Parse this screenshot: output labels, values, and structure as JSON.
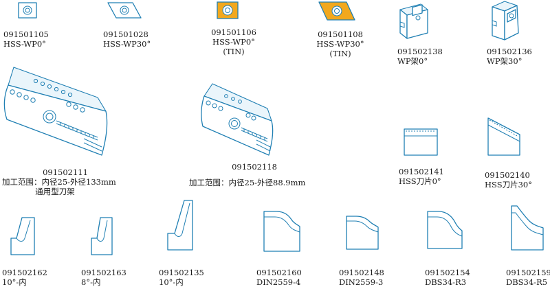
{
  "colors": {
    "line": "#1f7fb3",
    "fill": "#ffffff",
    "shade": "#eaf5fb",
    "tin_coating": "#f2a81d",
    "text": "#1a1a1a"
  },
  "parts": [
    {
      "code": "091501105",
      "desc": "HSS-WP0°",
      "icon": "square-insert-icon"
    },
    {
      "code": "091501028",
      "desc": "HSS-WP30°",
      "icon": "rhombic-insert-icon"
    },
    {
      "code": "091501106",
      "desc": "HSS-WP0°",
      "note": "(TIN)",
      "icon": "square-insert-tin-icon"
    },
    {
      "code": "091501108",
      "desc": "HSS-WP30°",
      "note": "(TIN)",
      "icon": "rhombic-insert-tin-icon"
    },
    {
      "code": "091502138",
      "desc": "WP架0°",
      "icon": "insert-holder-0-icon"
    },
    {
      "code": "091502136",
      "desc": "WP架30°",
      "icon": "insert-holder-30-icon"
    },
    {
      "code": "091502111",
      "desc": "加工范围：内径25-外径133mm",
      "note": "通用型刀架",
      "icon": "large-tool-holder-icon"
    },
    {
      "code": "091502118",
      "desc": "加工范围：内径25-外径88.9mm",
      "icon": "small-tool-holder-icon"
    },
    {
      "code": "091502141",
      "desc": "HSS刀片0°",
      "icon": "hss-blade-0-icon"
    },
    {
      "code": "091502140",
      "desc": "HSS刀片30°",
      "icon": "hss-blade-30-icon"
    },
    {
      "code": "091502162",
      "desc": "10°-内",
      "icon": "inner-profile-blade-10-icon"
    },
    {
      "code": "091502163",
      "desc": "8°-内",
      "icon": "inner-profile-blade-8-icon"
    },
    {
      "code": "091502135",
      "desc": "10°-内",
      "icon": "tall-inner-blade-10-icon"
    },
    {
      "code": "091502160",
      "desc": "DIN2559-4",
      "icon": "din-profile-blade-4-icon"
    },
    {
      "code": "091502148",
      "desc": "DIN2559-3",
      "icon": "din-profile-blade-3-icon"
    },
    {
      "code": "091502154",
      "desc": "DBS34-R3",
      "icon": "dbs-profile-blade-r3-icon"
    },
    {
      "code": "091502159",
      "desc": "DBS34-R5",
      "icon": "dbs-profile-blade-r5-icon"
    }
  ]
}
